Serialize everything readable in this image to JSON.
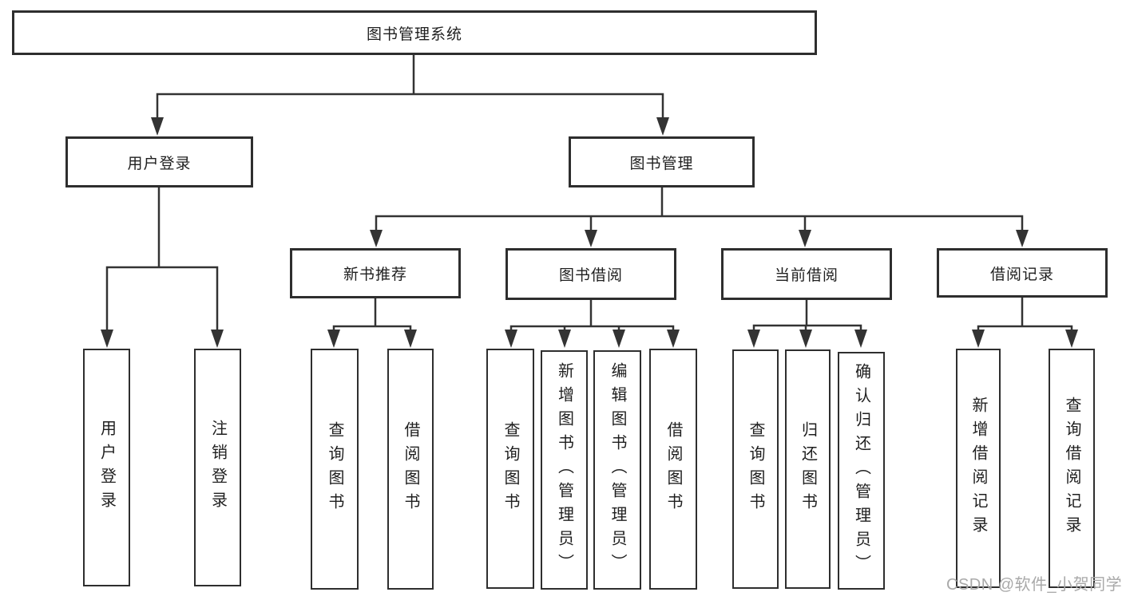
{
  "diagram": {
    "root": {
      "label": "图书管理系统"
    },
    "branches": [
      {
        "label": "用户登录",
        "children": [
          {
            "label": "用户登录"
          },
          {
            "label": "注销登录"
          }
        ]
      },
      {
        "label": "图书管理",
        "children": [
          {
            "label": "新书推荐",
            "children": [
              {
                "label": "查询图书"
              },
              {
                "label": "借阅图书"
              }
            ]
          },
          {
            "label": "图书借阅",
            "children": [
              {
                "label": "查询图书"
              },
              {
                "label": "新增图书（管理员）"
              },
              {
                "label": "编辑图书（管理员）"
              },
              {
                "label": "借阅图书"
              }
            ]
          },
          {
            "label": "当前借阅",
            "children": [
              {
                "label": "查询图书"
              },
              {
                "label": "归还图书"
              },
              {
                "label": "确认归还（管理员）"
              }
            ]
          },
          {
            "label": "借阅记录",
            "children": [
              {
                "label": "新增借阅记录"
              },
              {
                "label": "查询借阅记录"
              }
            ]
          }
        ]
      }
    ]
  },
  "watermark": {
    "text": "CSDN @软件_小贺同学"
  },
  "colors": {
    "line": "#333333",
    "box_border": "#2e2e2e",
    "text": "#1f1f1f",
    "background": "#ffffff",
    "watermark": "#a9a9a9"
  }
}
